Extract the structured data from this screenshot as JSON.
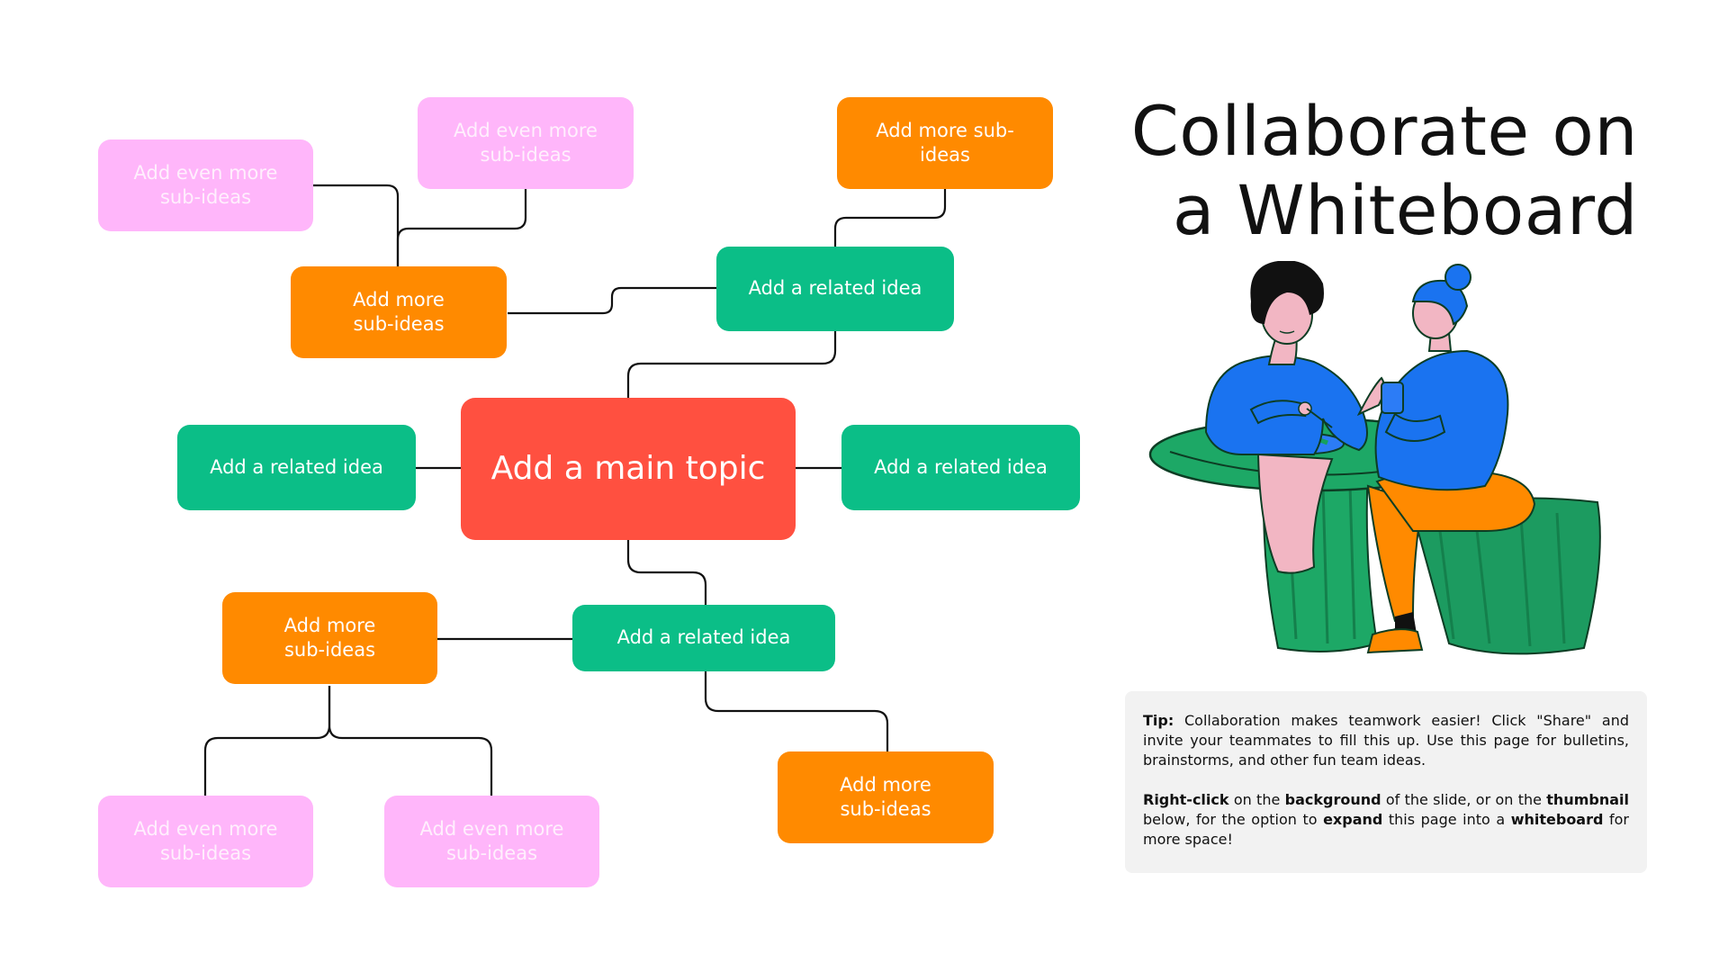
{
  "slide": {
    "title": "Collaborate on\na Whiteboard"
  },
  "mindmap": {
    "main_topic": "Add a main topic",
    "related_top": "Add a related idea",
    "related_left": "Add a related idea",
    "related_right": "Add a related idea",
    "related_bottom": "Add a related idea",
    "sub_top_left": "Add more\nsub-ideas",
    "sub_top_right": "Add more sub-\nideas",
    "sub_bottom_left": "Add more\nsub-ideas",
    "sub_bottom_right": "Add more\nsub-ideas",
    "even_top_left": "Add even more\nsub-ideas",
    "even_top_mid": "Add even more\nsub-ideas",
    "even_bottom_left": "Add even more\nsub-ideas",
    "even_bottom_mid": "Add even more\nsub-ideas"
  },
  "tip": {
    "label": "Tip:",
    "text": "Collaboration makes teamwork easier! Click \"Share\" and invite your teammates to fill this up. Use this page for bulletins, brainstorms, and other fun team ideas.",
    "p2": {
      "w1": "Right-click",
      "t1": " on the ",
      "w2": "background",
      "t2": " of the slide, or on the ",
      "w3": "thumbnail",
      "t3": " below, for the option to ",
      "w4": "expand",
      "t4": " this page into a ",
      "w5": "whiteboard",
      "t5": " for more space!"
    }
  },
  "colors": {
    "main": "#FF5040",
    "related": "#0BBE87",
    "sub": "#FF8A00",
    "even": "#FFB6FA"
  },
  "icons": {
    "illustration": "two-people-at-table-illustration"
  }
}
